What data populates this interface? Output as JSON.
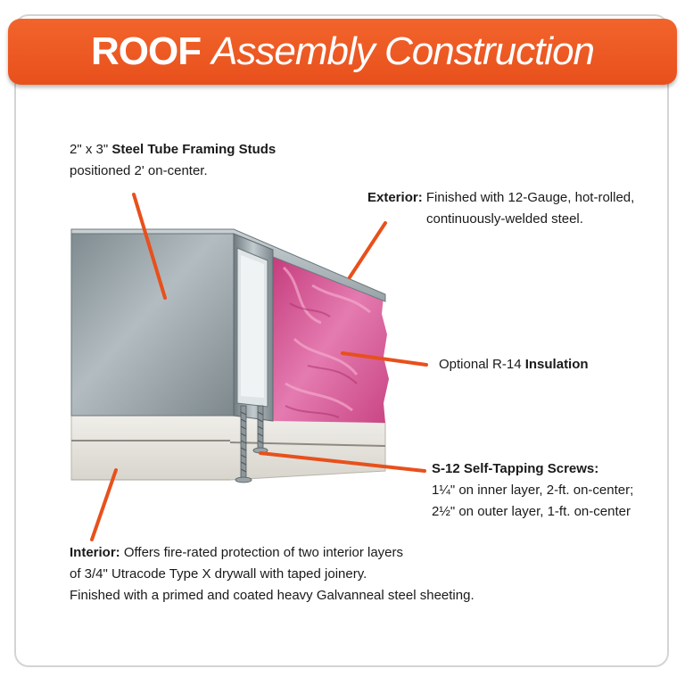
{
  "title": {
    "strong": "ROOF",
    "light": "Assembly Construction"
  },
  "callouts": {
    "studs": {
      "prefix": "2\" x 3\" ",
      "bold": "Steel Tube Framing Studs",
      "line2": "positioned 2' on-center."
    },
    "exterior": {
      "bold": "Exterior:",
      "line1": " Finished with 12-Gauge, hot-rolled,",
      "line2": "continuously-welded steel."
    },
    "insulation": {
      "prefix": "Optional R-14 ",
      "bold": "Insulation"
    },
    "screws": {
      "bold": "S-12 Self-Tapping Screws:",
      "line1": "1¼\" on inner layer, 2-ft. on-center;",
      "line2": "2½\" on outer layer, 1-ft. on-center"
    },
    "interior": {
      "bold": "Interior:",
      "line1": " Offers fire-rated protection of two interior layers",
      "line2": "of 3/4\"  Utracode Type X drywall with taped joinery.",
      "line3": "Finished with a primed and coated heavy Galvanneal steel sheeting."
    }
  },
  "colors": {
    "accent": "#e8501c",
    "steel": "#9aa6ab",
    "insulation": "#d94f92",
    "drywall": "#e6e3dc"
  }
}
